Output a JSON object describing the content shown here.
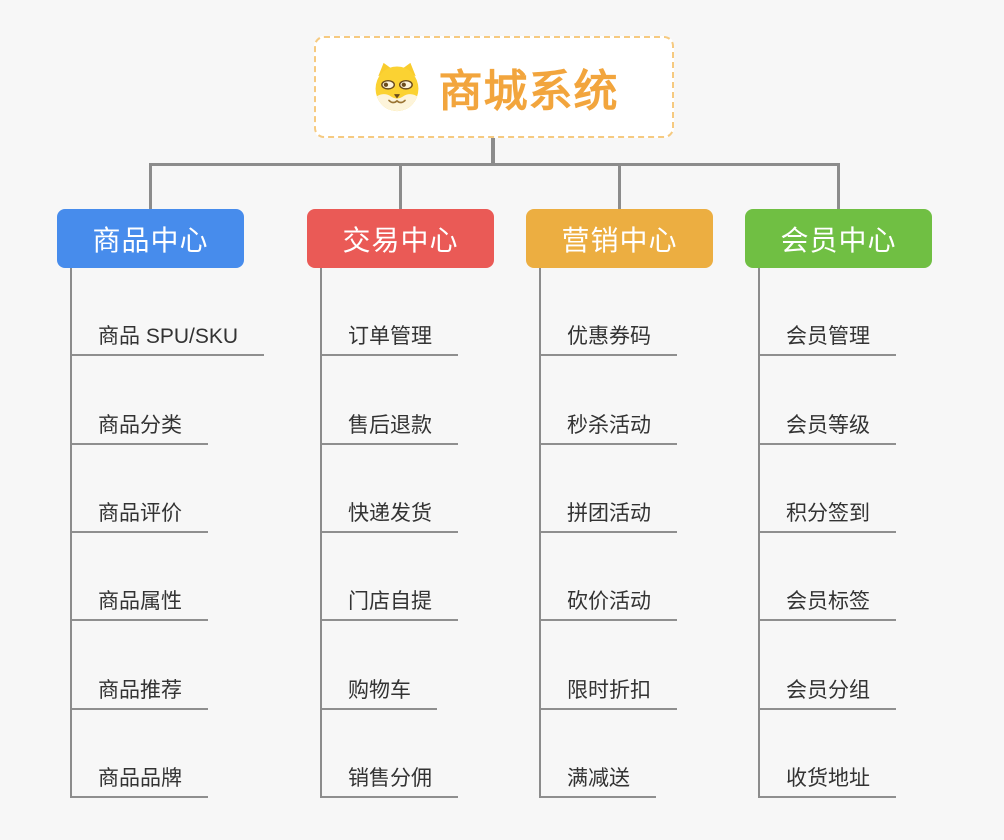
{
  "page": {
    "background_color": "#f7f7f7",
    "connector_color": "#8c8c8c"
  },
  "root": {
    "title": "商城系统",
    "icon": "shiba-dog-icon",
    "title_color": "#f2a53d",
    "border_color": "#f6ca80"
  },
  "branches": [
    {
      "label": "商品中心",
      "color": "#478cec",
      "items": [
        "商品 SPU/SKU",
        "商品分类",
        "商品评价",
        "商品属性",
        "商品推荐",
        "商品品牌"
      ]
    },
    {
      "label": "交易中心",
      "color": "#ea5a56",
      "items": [
        "订单管理",
        "售后退款",
        "快递发货",
        "门店自提",
        "购物车",
        "销售分佣"
      ]
    },
    {
      "label": "营销中心",
      "color": "#ecae41",
      "items": [
        "优惠券码",
        "秒杀活动",
        "拼团活动",
        "砍价活动",
        "限时折扣",
        "满减送"
      ]
    },
    {
      "label": "会员中心",
      "color": "#70bf43",
      "items": [
        "会员管理",
        "会员等级",
        "积分签到",
        "会员标签",
        "会员分组",
        "收货地址"
      ]
    }
  ]
}
